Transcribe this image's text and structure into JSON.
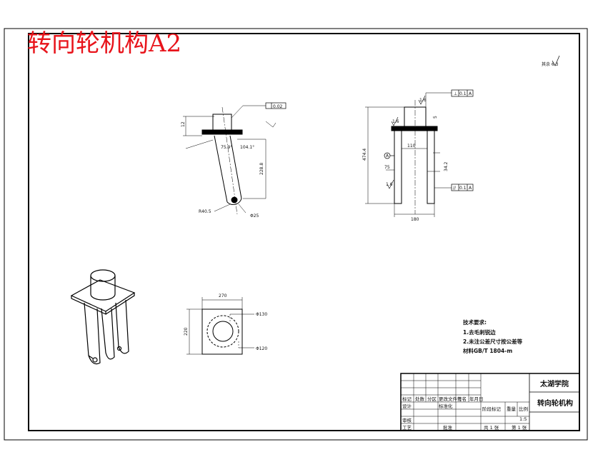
{
  "overlay_title": "转向轮机构A2",
  "roughness_mark": "其余 6.3",
  "front_view": {
    "flatness": "0.02",
    "dim_left_flange": "12",
    "dim_length": "228.8",
    "angle_left": "75.9°",
    "angle_right": "104.1°",
    "radius_label": "R40.5",
    "hole_label": "Φ25"
  },
  "side_view": {
    "perpendicularity": [
      "⊥",
      "0.1",
      "A"
    ],
    "parallelism": [
      "//",
      "0.1",
      "A"
    ],
    "roughness_top": "1.6",
    "roughness_side": "1.6",
    "roughness_left": "1.6",
    "datum": "A",
    "dim_height": "474.4",
    "dim_inner": "110",
    "dim_bottom": "180",
    "dim_left": "75",
    "dim_mid": "34.2",
    "dim_right": "5"
  },
  "top_view": {
    "dim_width": "270",
    "dim_height": "220",
    "dim_hole_outer": "Φ130",
    "dim_hole_inner": "Φ120"
  },
  "tech_notes": {
    "title": "技术要求:",
    "lines": [
      "1.去毛刺锐边",
      "2.未注公差尺寸按公差等",
      "材料GB/T 1804-m"
    ]
  },
  "title_block": {
    "school": "太湖学院",
    "drawing_name": "转向轮机构",
    "header_row": [
      "标记",
      "处数",
      "分区",
      "更改文件号",
      "签名",
      "年月日"
    ],
    "design_row": [
      "设计",
      "标准化"
    ],
    "stage_labels": [
      "阶段标记",
      "重量",
      "比例"
    ],
    "scale": "1:5",
    "review": "审核",
    "process": "工艺",
    "approve": "批准",
    "sheets_total": "共 1 张",
    "sheet_no": "第 1 张"
  }
}
